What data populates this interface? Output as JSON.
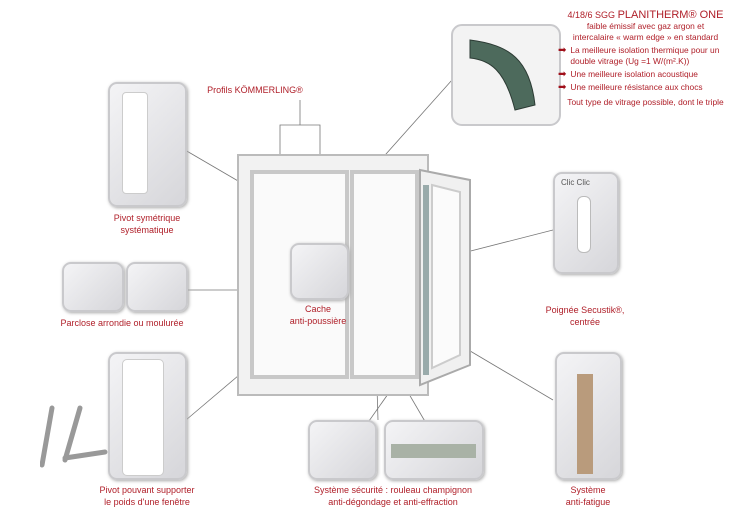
{
  "glazing": {
    "title_prefix": "4/18/6 SGG",
    "title_brand": "PLANITHERM® ONE",
    "subtitle_1": "faible émissif avec gaz argon et",
    "subtitle_2": "intercalaire « warm edge » en standard",
    "benefits": [
      "La meilleure isolation thermique pour un double vitrage (Ug =1 W/(m².K))",
      "Une meilleure isolation acoustique",
      "Une meilleure résistance aux chocs"
    ],
    "footer": "Tout type de vitrage possible, dont le triple"
  },
  "labels": {
    "profils": "Profils KÖMMERLING®",
    "pivot_sym_1": "Pivot symétrique",
    "pivot_sym_2": "systématique",
    "parclose": "Parclose arrondie ou moulurée",
    "cache_1": "Cache",
    "cache_2": "anti-poussière",
    "poignee_1": "Poignée Secustik®,",
    "poignee_2": "centrée",
    "clic": "Clic Clic",
    "pivot_sup_1": "Pivot pouvant supporter",
    "pivot_sup_2": "le poids d'une fenêtre",
    "securite_1": "Système sécurité :  rouleau champignon",
    "securite_2": "anti-dégondage et anti-effraction",
    "fatigue_1": "Système",
    "fatigue_2": "anti-fatigue"
  },
  "colors": {
    "accent": "#b0202a"
  }
}
